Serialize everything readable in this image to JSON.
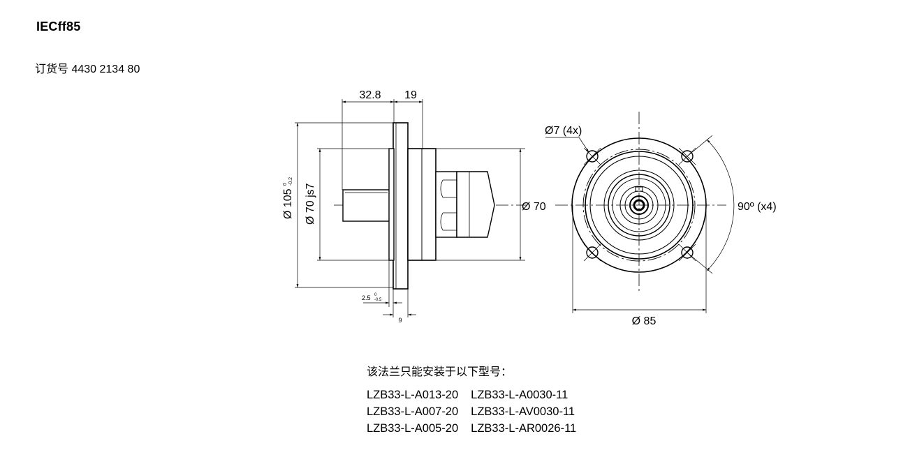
{
  "header": {
    "title": "IECff85",
    "order_label": "订货号",
    "order_number": "4430 2134 80"
  },
  "side_view": {
    "dim_32_8": "32.8",
    "dim_19": "19",
    "dim_dia_105": "Ø 105",
    "dim_dia_105_tol_upper": "0",
    "dim_dia_105_tol_lower": "-0.2",
    "dim_dia_70_js7": "Ø 70 js7",
    "dim_2_5": "2.5",
    "dim_2_5_tol_upper": "0",
    "dim_2_5_tol_lower": "-0.5",
    "dim_9": "9"
  },
  "front_view": {
    "hole_label": "Ø7 (4x)",
    "dim_dia_70": "Ø 70",
    "angle_label": "90º (x4)",
    "dim_dia_85": "Ø 85"
  },
  "compatibility": {
    "heading": "该法兰只能安装于以下型号：",
    "models": [
      [
        "LZB33-L-A013-20",
        "LZB33-L-A0030-11"
      ],
      [
        "LZB33-L-A007-20",
        "LZB33-L-AV0030-11"
      ],
      [
        "LZB33-L-A005-20",
        "LZB33-L-AR0026-11"
      ]
    ]
  }
}
